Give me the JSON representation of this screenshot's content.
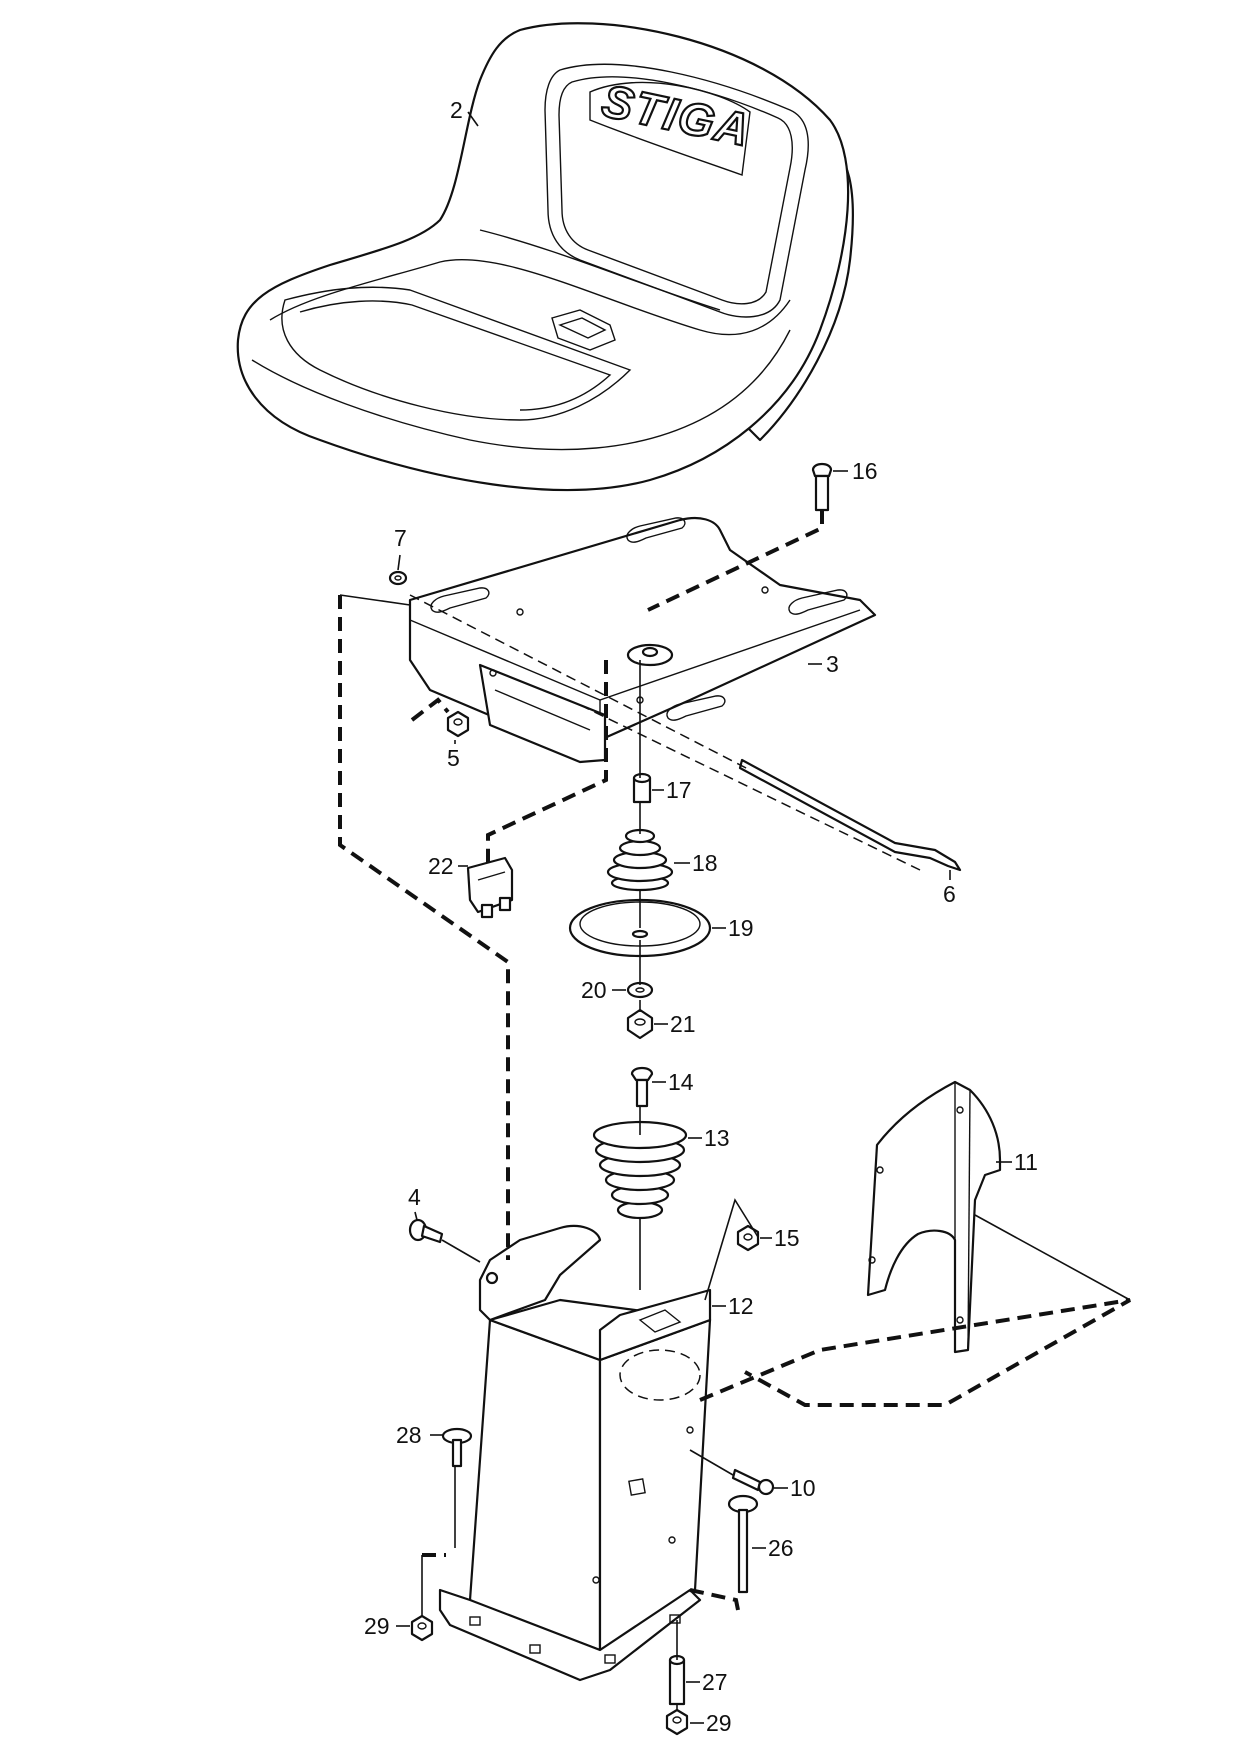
{
  "seat": {
    "logo": "STIGA"
  },
  "callouts": [
    {
      "id": "c2",
      "text": "2"
    },
    {
      "id": "c16",
      "text": "16"
    },
    {
      "id": "c7",
      "text": "7"
    },
    {
      "id": "c3",
      "text": "3"
    },
    {
      "id": "c5",
      "text": "5"
    },
    {
      "id": "c17",
      "text": "17"
    },
    {
      "id": "c18",
      "text": "18"
    },
    {
      "id": "c22",
      "text": "22"
    },
    {
      "id": "c6",
      "text": "6"
    },
    {
      "id": "c19",
      "text": "19"
    },
    {
      "id": "c20",
      "text": "20"
    },
    {
      "id": "c21",
      "text": "21"
    },
    {
      "id": "c14",
      "text": "14"
    },
    {
      "id": "c13",
      "text": "13"
    },
    {
      "id": "c11",
      "text": "11"
    },
    {
      "id": "c4",
      "text": "4"
    },
    {
      "id": "c15",
      "text": "15"
    },
    {
      "id": "c12",
      "text": "12"
    },
    {
      "id": "c28",
      "text": "28"
    },
    {
      "id": "c10",
      "text": "10"
    },
    {
      "id": "c26",
      "text": "26"
    },
    {
      "id": "c29a",
      "text": "29"
    },
    {
      "id": "c27",
      "text": "27"
    },
    {
      "id": "c29b",
      "text": "29"
    }
  ]
}
